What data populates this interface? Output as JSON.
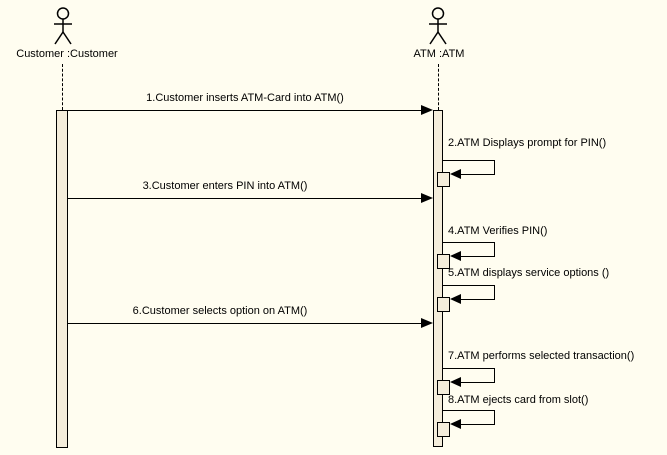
{
  "actors": {
    "customer": {
      "label": "Customer :Customer"
    },
    "atm": {
      "label": "ATM :ATM"
    }
  },
  "messages": [
    {
      "label": "1.Customer inserts ATM-Card into ATM()",
      "type": "call",
      "from": "customer",
      "to": "atm"
    },
    {
      "label": "2.ATM Displays prompt for PIN()",
      "type": "self",
      "lifeline": "atm"
    },
    {
      "label": "3.Customer enters PIN into ATM()",
      "type": "call",
      "from": "customer",
      "to": "atm"
    },
    {
      "label": "4.ATM Verifies PIN()",
      "type": "self",
      "lifeline": "atm"
    },
    {
      "label": "5.ATM displays service options ()",
      "type": "self",
      "lifeline": "atm"
    },
    {
      "label": "6.Customer selects option on ATM()",
      "type": "call",
      "from": "customer",
      "to": "atm"
    },
    {
      "label": "7.ATM performs selected transaction()",
      "type": "self",
      "lifeline": "atm"
    },
    {
      "label": "8.ATM ejects card from slot()",
      "type": "self",
      "lifeline": "atm"
    }
  ],
  "colors": {
    "background": "#FFFDF0",
    "activation_fill": "#F4EDDB",
    "line": "#000000",
    "text": "#000000"
  }
}
